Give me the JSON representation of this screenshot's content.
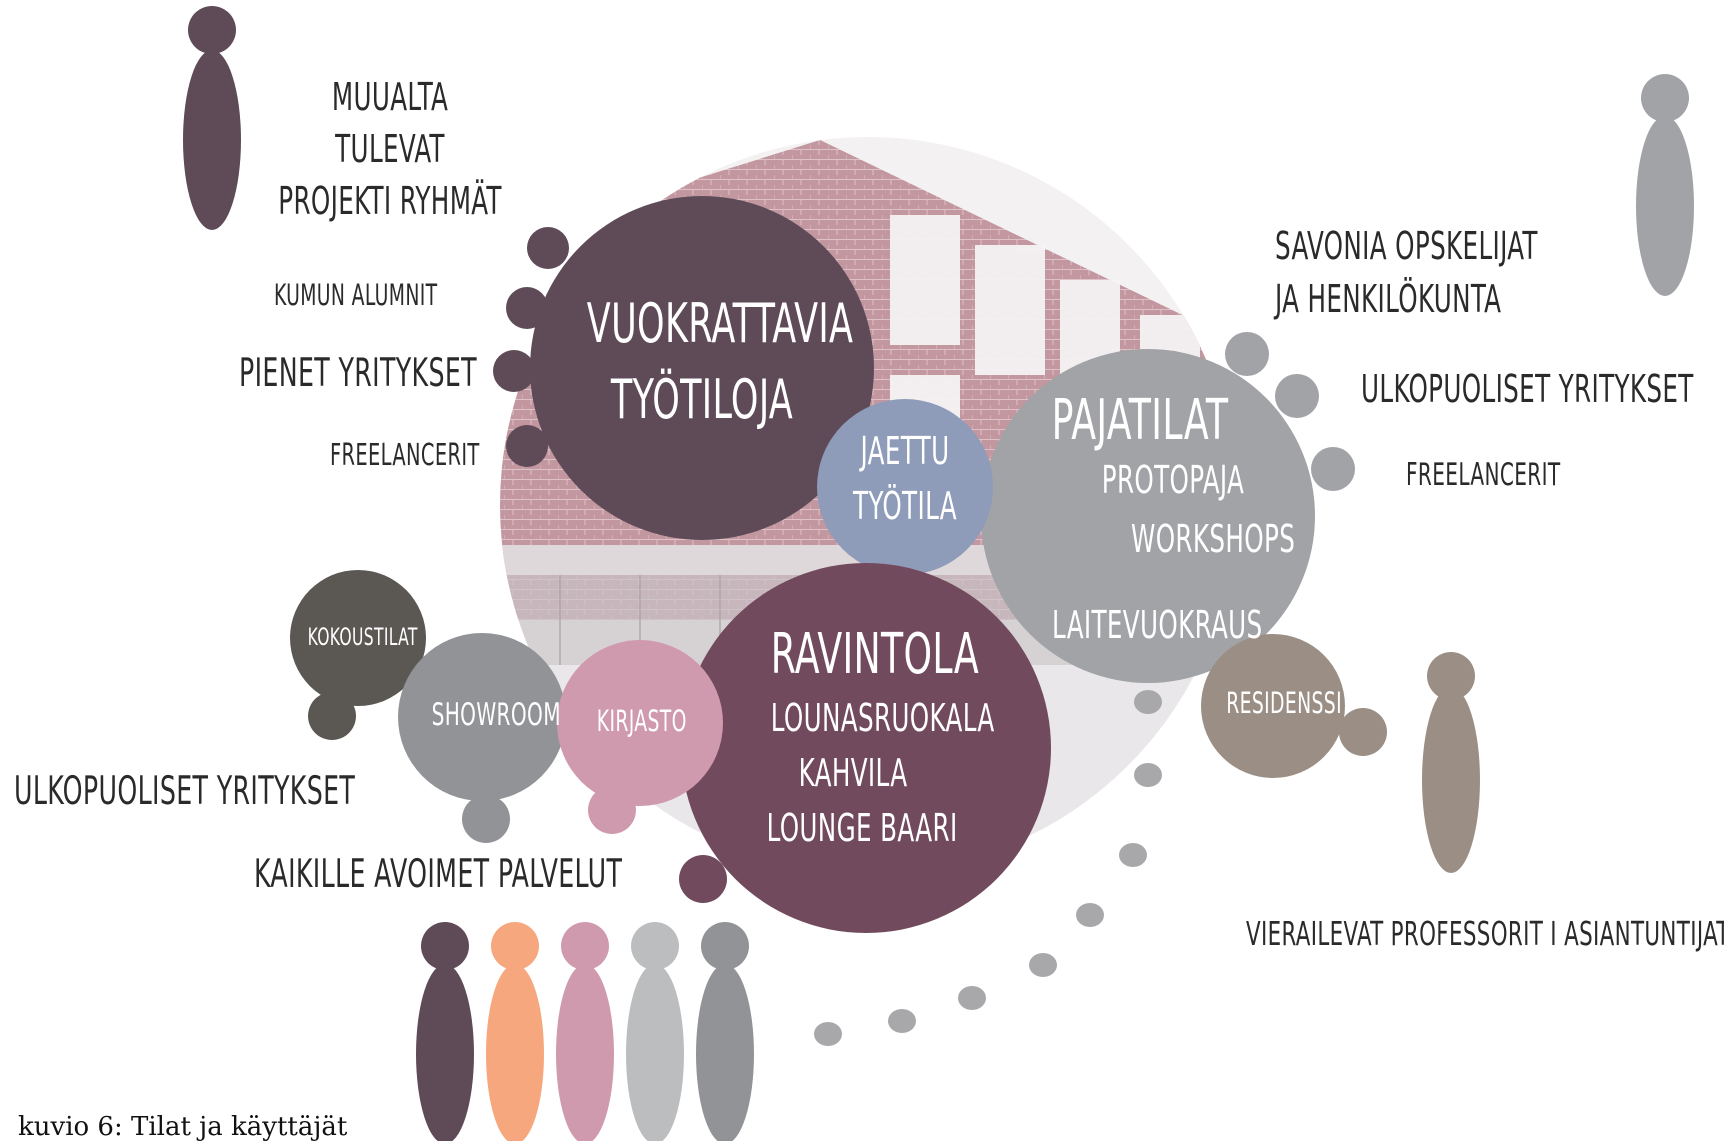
{
  "caption": "kuvio 6: Tilat ja käyttäjät",
  "colors": {
    "plum": "#5e4b57",
    "ravintola": "#724a5d",
    "slate_blue": "#8e9bb9",
    "pink": "#d09aae",
    "gray": "#a2a3a6",
    "gray_dark": "#929396",
    "charcoal": "#5b5854",
    "taupe": "#9b8f85",
    "peach": "#f6a77e",
    "light_gray": "#bcbdbf",
    "building": "#b6848d"
  },
  "spaces": {
    "vuokrattavia": {
      "line1": "VUOKRATTAVIA",
      "line2": "TYÖTILOJA"
    },
    "jaettu": {
      "line1": "JAETTU",
      "line2": "TYÖTILA"
    },
    "pajatilat": {
      "title": "PAJATILAT",
      "item1": "PROTOPAJA",
      "item2": "WORKSHOPS",
      "item3": "LAITEVUOKRAUS"
    },
    "ravintola": {
      "title": "RAVINTOLA",
      "item1": "LOUNASRUOKALA",
      "item2": "KAHVILA",
      "item3": "LOUNGE BAARI"
    },
    "kokoustilat": "KOKOUSTILAT",
    "showroom": "SHOWROOM",
    "kirjasto": "KIRJASTO",
    "residenssi": "RESIDENSSI"
  },
  "users": {
    "muualta": {
      "line1": "MUUALTA",
      "line2": "TULEVAT",
      "line3": "PROJEKTI RYHMÄT"
    },
    "kumun_alumnit": "KUMUN ALUMNIT",
    "pienet_yritykset": "PIENET YRITYKSET",
    "freelancerit_left": "FREELANCERIT",
    "savonia": {
      "line1": "SAVONIA OPSKELIJAT",
      "line2": "JA HENKILÖKUNTA"
    },
    "ulkopuoliset_right": "ULKOPUOLISET YRITYKSET",
    "freelancerit_right": "FREELANCERIT",
    "ulkopuoliset_left": "ULKOPUOLISET YRITYKSET",
    "kaikille": "KAIKILLE AVOIMET PALVELUT",
    "vierailevat": "VIERAILEVAT PROFESSORIT I ASIANTUNTIJAT"
  }
}
